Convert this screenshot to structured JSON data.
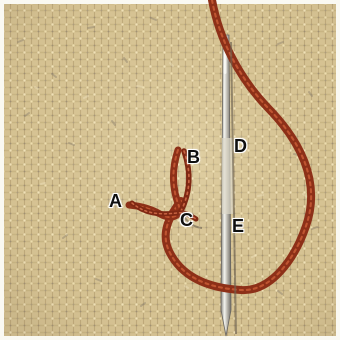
{
  "point_labels": {
    "a": "A",
    "b": "B",
    "c": "C",
    "d": "D",
    "e": "E"
  },
  "colors": {
    "fabric": "#d8c596",
    "fabric_shadow": "#b7a274",
    "thread": "#8d3018",
    "thread_highlight": "#c45a34",
    "needle": "#d7d6d0",
    "frame_edge": "#f7f6ef"
  },
  "icons": {
    "needle": "sewing-needle-icon"
  }
}
